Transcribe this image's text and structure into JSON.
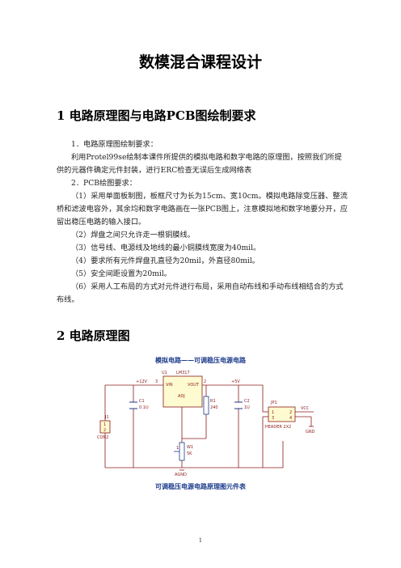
{
  "title": "数模混合课程设计",
  "section1": {
    "heading": "1 电路原理图与电路PCB图绘制要求",
    "item1_title": "1．电路原理图绘制要求：",
    "item1_body": "利用Protel99se绘制本课件所提供的模拟电路和数字电路的原理图，按照我们所提供的元器件确定元件封装，进行ERC检查无误后生成网络表",
    "item2_title": "2．PCB绘图要求：",
    "reqs": [
      "（1）采用单面板制图，板框尺寸为长为15cm、宽10cm。模拟电路除变压器、整流桥和滤波电容外，其余均和数字电路画在一张PCB图上，注意模拟地和数字地要分开，应留出稳压电路的输入接口。",
      "（2）焊盘之间只允许走一根铜膜线。",
      "（3）信号线、电源线及地线的最小铜膜线宽度为40mil。",
      "（4）要求所有元件焊盘孔直径为20mil，外直径80mil。",
      "（5）安全间距设置为20mil。",
      "（6）采用人工布局的方式对元件进行布局，采用自动布线和手动布线相结合的方式布线。"
    ]
  },
  "section2": {
    "heading": "2 电路原理图",
    "schematic_title": "模拟电路——可调稳压电源电路",
    "labels": {
      "u1": "U1",
      "lm317": "LM317",
      "vin": "VIN",
      "vout": "VOUT",
      "adj": "ADJ",
      "plus12v": "+12V",
      "plus5v": "+5V",
      "pin3": "3",
      "pin2": "2",
      "pin1": "1",
      "c1": "C1",
      "c1v": "0.1U",
      "c2": "C2",
      "c2v": "1U",
      "r1": "R1",
      "r1v": "240",
      "w1": "W1",
      "w1v": "5K",
      "j1": "J1",
      "j1p1": "1",
      "j1p2": "2",
      "con2": "CON2",
      "jp1": "JP1",
      "h1": "1",
      "h2": "2",
      "h3": "3",
      "h4": "4",
      "header": "HEADER 2X2",
      "vcc": "VCC",
      "gnd": "GND",
      "agnd": "AGND"
    },
    "caption": "可调稳压电源电路原理图元件表"
  },
  "page_number": "1"
}
